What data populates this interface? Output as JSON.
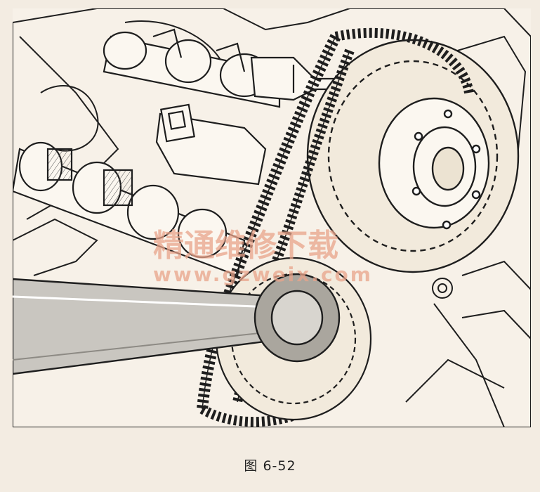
{
  "figure": {
    "caption": "图 6-52",
    "watermark": {
      "text": "精通维修下载",
      "url": "www.gzweix.com",
      "color": "#e8a38a"
    },
    "line_color": "#1e1e1e",
    "paper_color": "#f7f1e8"
  }
}
